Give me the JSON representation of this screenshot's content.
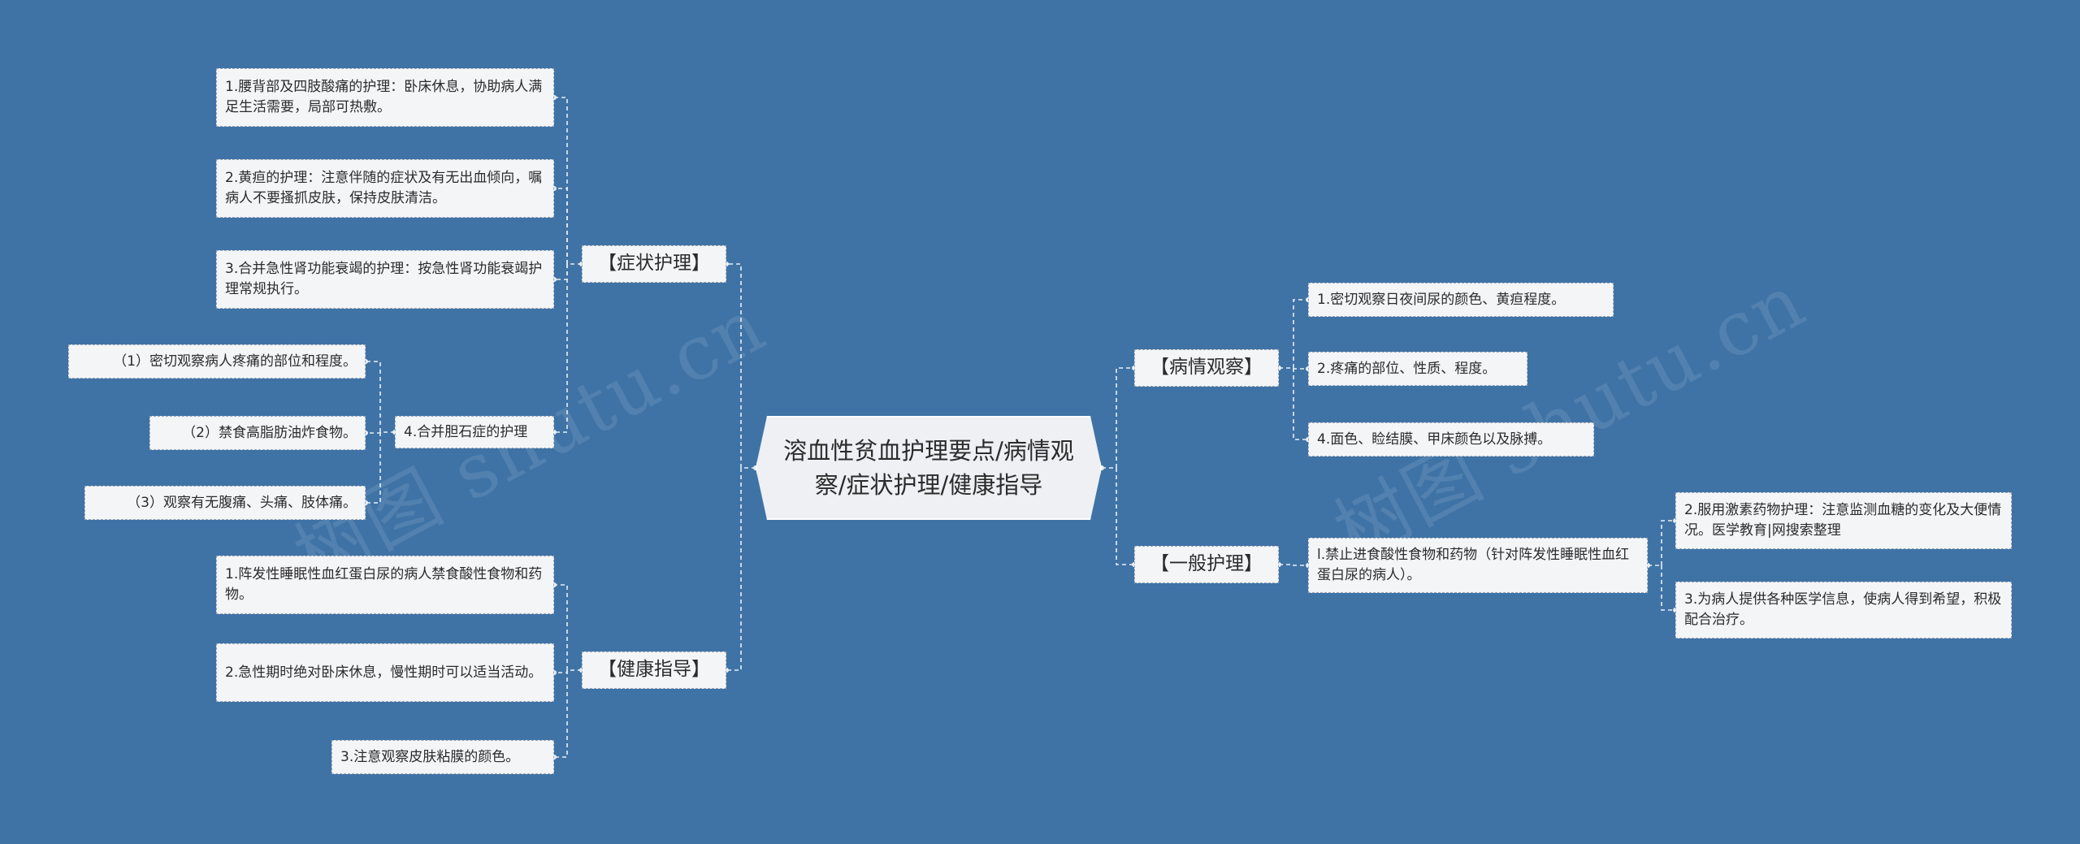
{
  "root": "溶血性贫血护理要点/病情观察/症状护理/健康指导",
  "watermark": "树图 shutu.cn",
  "branches": {
    "symptom": {
      "title": "【症状护理】",
      "items": [
        "1.腰背部及四肢酸痛的护理：卧床休息，协助病人满足生活需要，局部可热敷。",
        "2.黄疸的护理：注意伴随的症状及有无出血倾向，嘱病人不要搔抓皮肤，保持皮肤清洁。",
        "3.合并急性肾功能衰竭的护理：按急性肾功能衰竭护理常规执行。",
        "4.合并胆石症的护理"
      ],
      "gallstone_items": [
        "（1）密切观察病人疼痛的部位和程度。",
        "（2）禁食高脂肪油炸食物。",
        "（3）观察有无腹痛、头痛、肢体痛。"
      ]
    },
    "health": {
      "title": "【健康指导】",
      "items": [
        "1.阵发性睡眠性血红蛋白尿的病人禁食酸性食物和药物。",
        "2.急性期时绝对卧床休息，慢性期时可以适当活动。",
        "3.注意观察皮肤粘膜的颜色。"
      ]
    },
    "observe": {
      "title": "【病情观察】",
      "items": [
        "1.密切观察日夜间尿的颜色、黄疸程度。",
        "2.疼痛的部位、性质、程度。",
        "4.面色、睑结膜、甲床颜色以及脉搏。"
      ]
    },
    "general": {
      "title": "【一般护理】",
      "item": "l.禁止进食酸性食物和药物（针对阵发性睡眠性血红蛋白尿的病人）。",
      "sub_items": [
        "2.服用激素药物护理：注意监测血糖的变化及大便情况。医学教育|网搜索整理",
        "3.为病人提供各种医学信息，使病人得到希望，积极配合治疗。"
      ]
    }
  },
  "colors": {
    "background": "#3f73a6",
    "node": "#f4f5f7",
    "line": "#e8eef5"
  }
}
